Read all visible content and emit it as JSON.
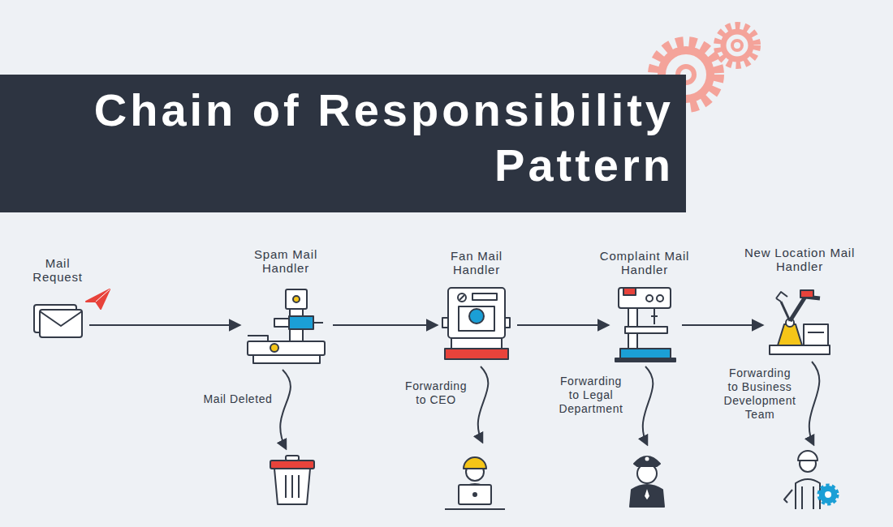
{
  "diagram": {
    "title": "Chain of Responsibility Pattern",
    "nodes": [
      {
        "text": [
          "Mail Request"
        ]
      },
      {
        "text": [
          "Spam Mail Handler"
        ]
      },
      {
        "text": [
          "Fan Mail Handler"
        ]
      },
      {
        "text": [
          "Complaint Mail Handler"
        ]
      },
      {
        "text": [
          "New Location Mail Handler"
        ]
      }
    ],
    "edges": [
      {
        "from": 0,
        "to": 1,
        "arrow": "to"
      },
      {
        "from": 1,
        "to": 2,
        "arrow": "to"
      },
      {
        "from": 2,
        "to": 3,
        "arrow": "to"
      },
      {
        "from": 3,
        "to": 4,
        "arrow": "to"
      }
    ],
    "labels": [
      "Mail Deleted",
      "Forwarding to CEO",
      "Forwarding to Legal Department",
      "Forwarding to Business Development Team"
    ]
  }
}
